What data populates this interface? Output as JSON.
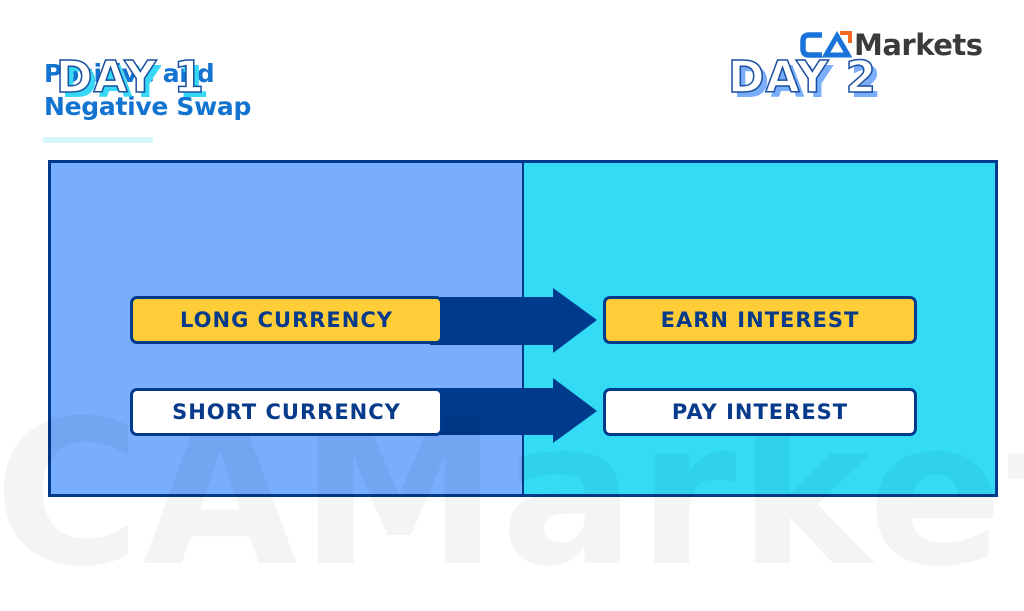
{
  "brand": {
    "logo_text": "Markets",
    "logo_mark": "CA",
    "logo_mark_color": "#1a73d9",
    "logo_accent_color": "#f26b22",
    "watermark_text": "CAMarkets"
  },
  "header": {
    "title_line1": "Positive and",
    "title_line2": "Negative Swap",
    "title_color": "#1273d0"
  },
  "diagram": {
    "panels": [
      {
        "label": "DAY 1",
        "color": "#78aefc"
      },
      {
        "label": "DAY 2",
        "color": "#33dbf5"
      }
    ],
    "rows": [
      {
        "from": "LONG CURRENCY",
        "to": "EARN INTEREST",
        "style": "yellow",
        "fill": "#ffcd37"
      },
      {
        "from": "SHORT CURRENCY",
        "to": "PAY INTEREST",
        "style": "white",
        "fill": "#ffffff"
      }
    ],
    "arrow_color": "#003a8c",
    "border_color": "#003a8c"
  }
}
